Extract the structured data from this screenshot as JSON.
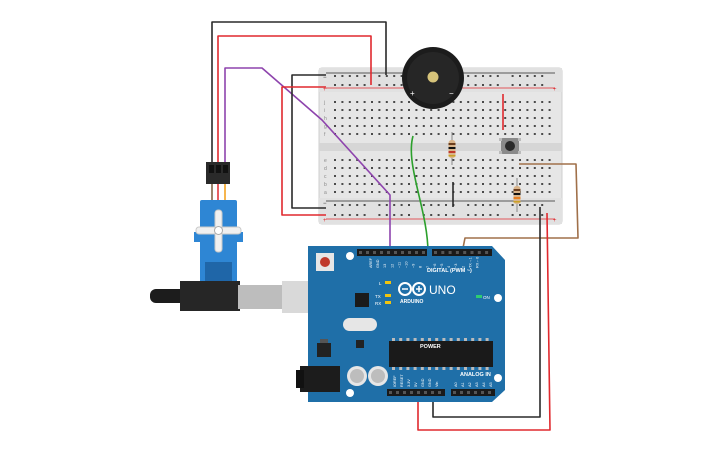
{
  "board": {
    "brand": "UNO",
    "maker": "ARDUINO",
    "digital_label": "DIGITAL (PWM ~)",
    "power_label": "POWER",
    "analog_label": "ANALOG IN",
    "on_label": "ON",
    "l_label": "L",
    "tx_label": "TX",
    "rx_label": "RX",
    "aref": "AREF",
    "gnd": "GND",
    "digital_pins": [
      "13",
      "12",
      "~11",
      "~10",
      "~9",
      "8",
      "7",
      "~6",
      "~5",
      "4",
      "~3",
      "2",
      "TX→1",
      "RX←0"
    ],
    "power_pins": [
      "IOREF",
      "RESET",
      "3.3V",
      "5V",
      "GND",
      "GND",
      "Vin"
    ],
    "analog_pins": [
      "A0",
      "A1",
      "A2",
      "A3",
      "A4",
      "A5"
    ]
  },
  "buzzer": {
    "plus": "+",
    "minus": "−"
  },
  "breadboard": {
    "row_letters_top": [
      "j",
      "i",
      "h",
      "g",
      "f"
    ],
    "row_letters_bottom": [
      "e",
      "d",
      "c",
      "b",
      "a"
    ],
    "rail_plus": "+",
    "rail_minus": "−"
  },
  "colors": {
    "wire_red": "#e0292e",
    "wire_black": "#2a2a2a",
    "wire_purple": "#8e44ad",
    "wire_green": "#2ca02c",
    "wire_brown": "#a0704a",
    "arduino_blue": "#1f6fa8",
    "servo_blue": "#2e86d4",
    "breadboard": "#e9e9e9"
  }
}
